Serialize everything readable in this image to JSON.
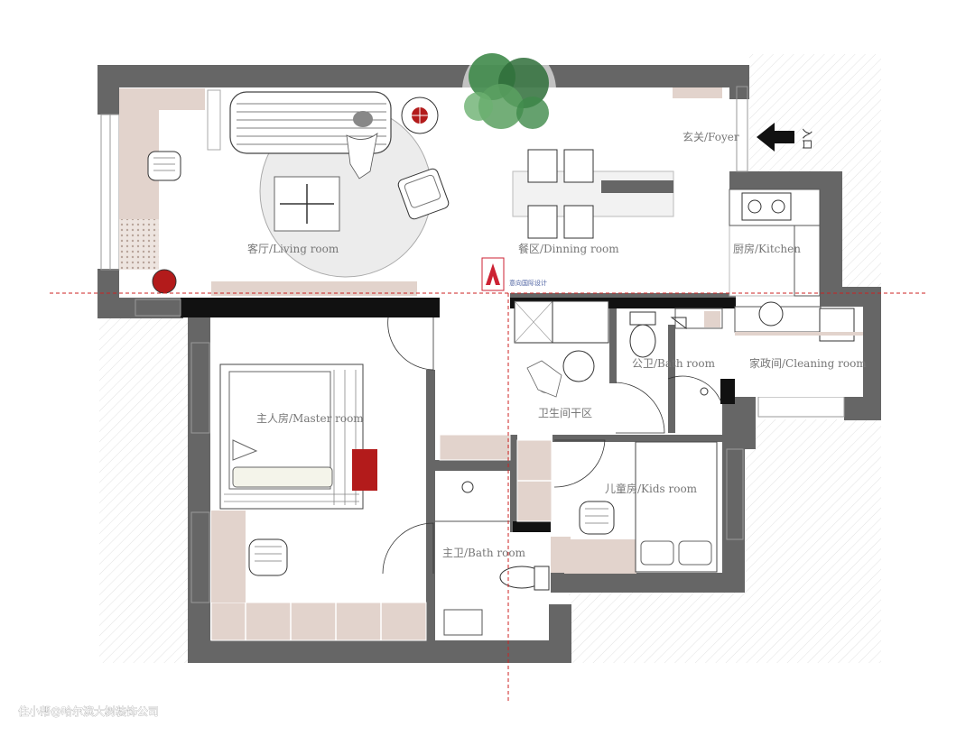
{
  "labels": {
    "living": "客厅/Living room",
    "dining": "餐区/Dinning room",
    "foyer": "玄关/Foyer",
    "kitchen": "厨房/Kitchen",
    "master": "主人房/Master room",
    "public_bath": "公卫/Bath room",
    "cleaning": "家政间/Cleaning room",
    "dry_area": "卫生间干区",
    "kids": "儿童房/Kids room",
    "master_bath": "主卫/Bath room"
  },
  "entrance": {
    "text": "入口"
  },
  "logo": {
    "text": "意向国际设计"
  },
  "watermark": {
    "text": "住小帮@哈尔滨大树装饰公司"
  },
  "colors": {
    "wall": "#666666",
    "wall_black": "#111111",
    "floor": "#ffffff",
    "cabinet": "#e2d3cc",
    "rug": "#ececec",
    "accent_red": "#b31b1b",
    "guide_red": "#cc2222",
    "plant": "#3f8a4a"
  }
}
